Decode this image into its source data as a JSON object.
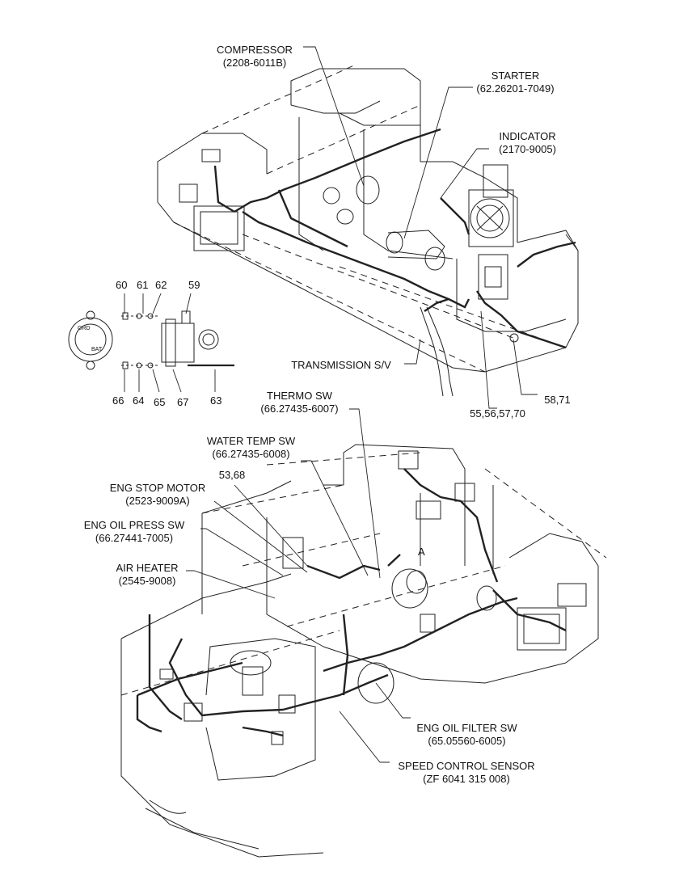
{
  "callouts": {
    "compressor": {
      "name": "COMPRESSOR",
      "part": "(2208-6011B)"
    },
    "starter": {
      "name": "STARTER",
      "part": "(62.26201-7049)"
    },
    "indicator": {
      "name": "INDICATOR",
      "part": "(2170-9005)"
    },
    "transmission": {
      "name": "TRANSMISSION S/V"
    },
    "group_55": {
      "name": "55,56,57,70"
    },
    "group_58": {
      "name": "58,71"
    },
    "thermo": {
      "name": "THERMO SW",
      "part": "(66.27435-6007)"
    },
    "water_temp": {
      "name": "WATER TEMP SW",
      "part": "(66.27435-6008)"
    },
    "group_53": {
      "name": "53,68"
    },
    "eng_stop": {
      "name": "ENG STOP MOTOR",
      "part": "(2523-9009A)"
    },
    "eng_oil_press": {
      "name": "ENG OIL PRESS SW",
      "part": "(66.27441-7005)"
    },
    "air_heater": {
      "name": "AIR HEATER",
      "part": "(2545-9008)"
    },
    "eng_oil_filter": {
      "name": "ENG OIL FILTER SW",
      "part": "(65.05560-6005)"
    },
    "speed_control": {
      "name": "SPEED CONTROL SENSOR",
      "part": "(ZF 6041 315 008)"
    },
    "view_a": {
      "name": "A"
    }
  },
  "alternator_parts": {
    "p59": "59",
    "p60": "60",
    "p61": "61",
    "p62": "62",
    "p63": "63",
    "p64": "64",
    "p65": "65",
    "p66": "66",
    "p67": "67",
    "terminal_grd": "GRD",
    "terminal_bat": "BAT"
  },
  "colors": {
    "line": "#222222",
    "background": "#ffffff"
  }
}
